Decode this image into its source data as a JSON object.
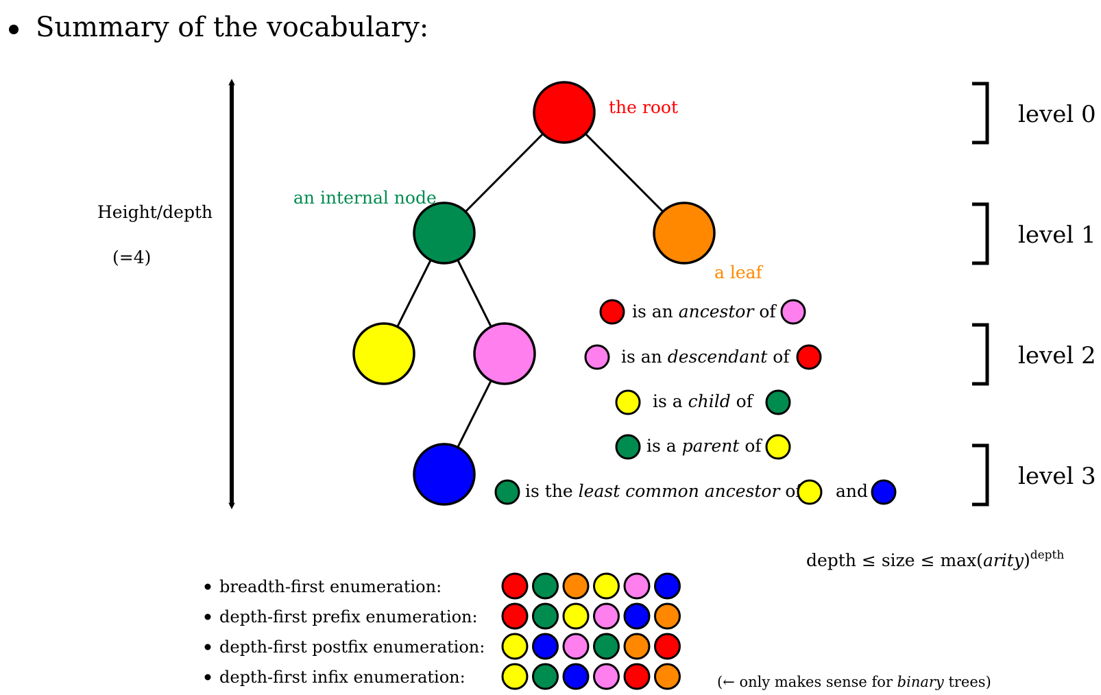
{
  "title": "Summary of the vocabulary:",
  "height_label": "Height/depth",
  "height_value": "(=4)",
  "labels": {
    "root": "the root",
    "internal": "an internal node",
    "leaf": "a leaf"
  },
  "colors": {
    "red": "#ff0000",
    "green": "#008b4f",
    "orange": "#ff8800",
    "yellow": "#ffff00",
    "pink": "#ff7fef",
    "blue": "#0000ff",
    "root_label": "#ff0000",
    "internal_label": "#008b4f",
    "leaf_label": "#ff8800"
  },
  "levels": [
    "level 0",
    "level 1",
    "level 2",
    "level 3"
  ],
  "relations": [
    {
      "pre": "is an ",
      "term": "ancestor",
      "post": " of",
      "a": "red",
      "b": "pink"
    },
    {
      "pre": "is an ",
      "term": "descendant",
      "post": " of",
      "a": "pink",
      "b": "red"
    },
    {
      "pre": "is a ",
      "term": "child",
      "post": " of",
      "a": "yellow",
      "b": "green"
    },
    {
      "pre": "is a ",
      "term": "parent",
      "post": " of",
      "a": "green",
      "b": "yellow"
    },
    {
      "pre": "is the ",
      "term": "least common ancestor",
      "post": " of",
      "a": "green",
      "b": "yellow",
      "and": "and",
      "c": "blue"
    }
  ],
  "inequality": {
    "depth": "depth",
    "le1": "≤",
    "size": "size",
    "le2": "≤",
    "max_open": "max(",
    "arity": "arity",
    "max_close": ")",
    "sup": "depth"
  },
  "enumerations": [
    {
      "label": "breadth-first enumeration:",
      "order": [
        "red",
        "green",
        "orange",
        "yellow",
        "pink",
        "blue"
      ]
    },
    {
      "label": "depth-first prefix enumeration:",
      "order": [
        "red",
        "green",
        "yellow",
        "pink",
        "blue",
        "orange"
      ]
    },
    {
      "label": "depth-first postfix enumeration:",
      "order": [
        "yellow",
        "blue",
        "pink",
        "green",
        "orange",
        "red"
      ]
    },
    {
      "label": "depth-first infix enumeration:",
      "order": [
        "yellow",
        "green",
        "blue",
        "pink",
        "red",
        "orange"
      ]
    }
  ],
  "infix_note": {
    "pre": "(← only makes sense for ",
    "term": "binary",
    "post": " trees)"
  }
}
